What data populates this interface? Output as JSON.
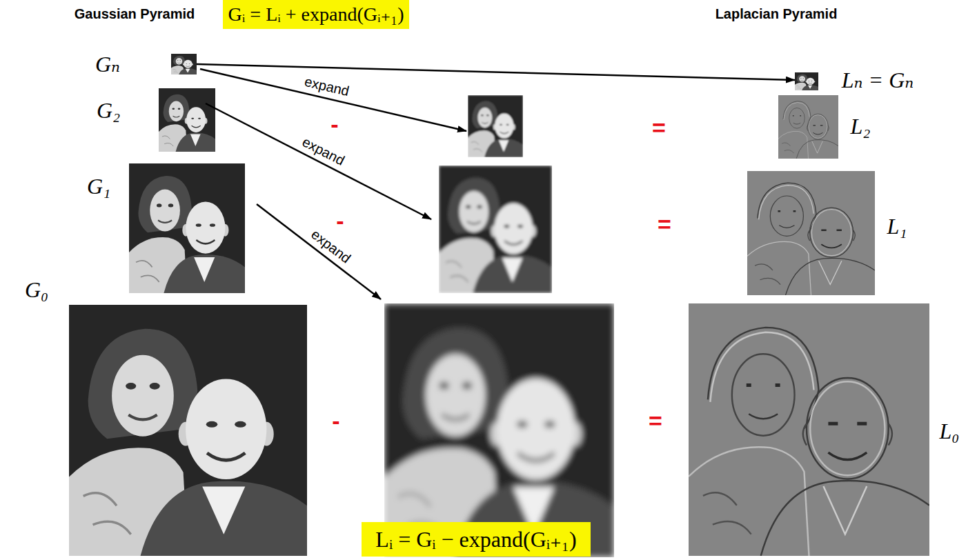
{
  "diagram": {
    "nodes": [
      {
        "text": [
          "Gₙ"
        ]
      },
      {
        "text": [
          "G₂"
        ]
      },
      {
        "text": [
          "G₁"
        ]
      },
      {
        "text": [
          "G₀"
        ]
      },
      {
        "text": [
          "Lₙ = Gₙ"
        ]
      },
      {
        "text": [
          "L₂"
        ]
      },
      {
        "text": [
          "L₁"
        ]
      },
      {
        "text": [
          "L₀"
        ]
      }
    ],
    "edges": [
      {
        "from": 0,
        "to": 4,
        "arrow": "to"
      }
    ],
    "labels": [
      "Gaussian Pyramid",
      "Gᵢ = Lᵢ + expand(Gᵢ₊₁)",
      "Laplacian Pyramid",
      "expand",
      "expand",
      "expand",
      "-",
      "=",
      "-",
      "=",
      "-",
      "=",
      "Lᵢ = Gᵢ − expand(Gᵢ₊₁)"
    ]
  }
}
